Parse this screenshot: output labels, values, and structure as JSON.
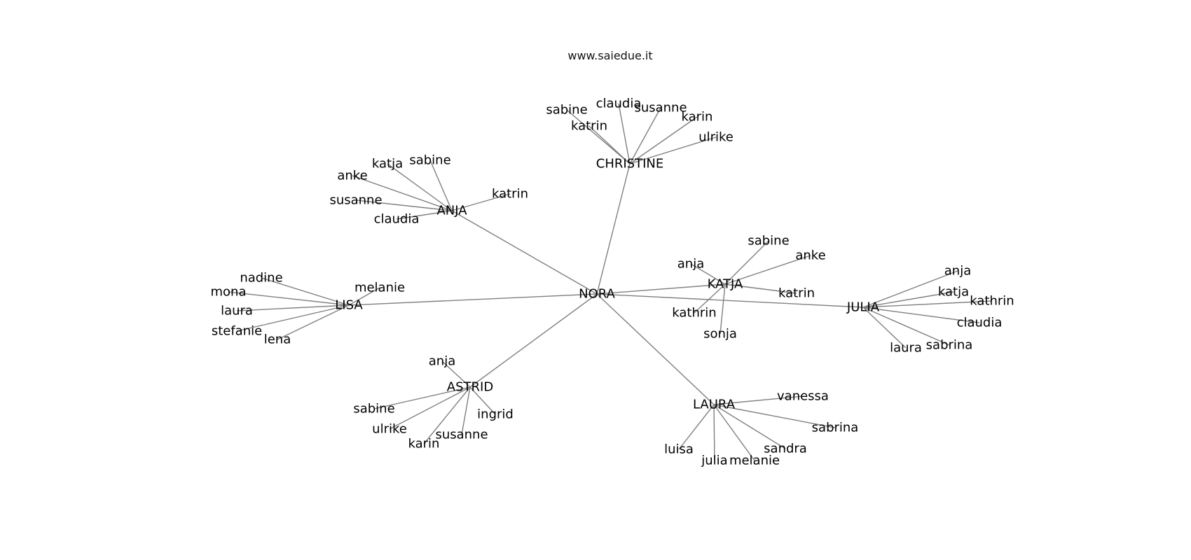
{
  "header": {
    "site": "www.saiedue.it"
  },
  "graph": {
    "root": "NORA",
    "hubs": [
      {
        "id": "christine",
        "label": "CHRISTINE",
        "children": [
          "sabine",
          "claudia",
          "susanne",
          "karin",
          "katrin",
          "ulrike"
        ]
      },
      {
        "id": "anja",
        "label": "ANJA",
        "children": [
          "katja",
          "sabine",
          "anke",
          "katrin",
          "susanne",
          "claudia"
        ]
      },
      {
        "id": "lisa",
        "label": "LISA",
        "children": [
          "nadine",
          "melanie",
          "mona",
          "laura",
          "stefanie",
          "lena"
        ]
      },
      {
        "id": "katja",
        "label": "KATJA",
        "children": [
          "sabine",
          "anke",
          "anja",
          "katrin",
          "kathrin",
          "sonja"
        ]
      },
      {
        "id": "julia",
        "label": "JULIA",
        "children": [
          "anja",
          "katja",
          "kathrin",
          "claudia",
          "sabrina",
          "laura"
        ]
      },
      {
        "id": "astrid",
        "label": "ASTRID",
        "children": [
          "anja",
          "sabine",
          "ingrid",
          "ulrike",
          "susanne",
          "karin"
        ]
      },
      {
        "id": "laura",
        "label": "LAURA",
        "children": [
          "vanessa",
          "sabrina",
          "sandra",
          "luisa",
          "julia",
          "melanie"
        ]
      }
    ]
  },
  "colors": {
    "edge": "#808080",
    "text": "#000000",
    "background": "#ffffff"
  }
}
